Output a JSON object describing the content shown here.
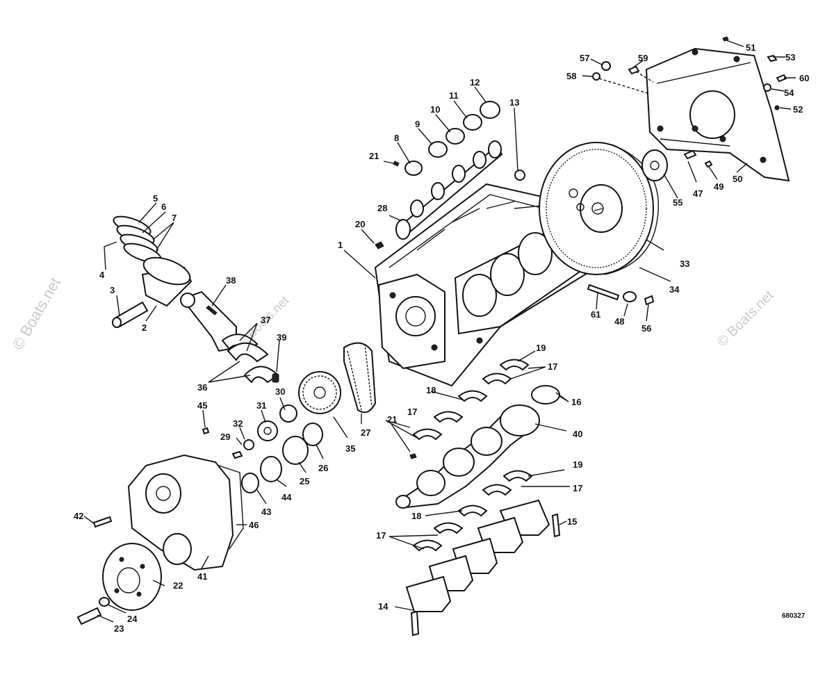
{
  "diagram_code": "680327",
  "watermark": "© Boats.net",
  "callouts": [
    {
      "id": "c1",
      "label": "1"
    },
    {
      "id": "c2",
      "label": "2"
    },
    {
      "id": "c3",
      "label": "3"
    },
    {
      "id": "c4",
      "label": "4"
    },
    {
      "id": "c5",
      "label": "5"
    },
    {
      "id": "c6",
      "label": "6"
    },
    {
      "id": "c7",
      "label": "7"
    },
    {
      "id": "c8",
      "label": "8"
    },
    {
      "id": "c9",
      "label": "9"
    },
    {
      "id": "c10",
      "label": "10"
    },
    {
      "id": "c11",
      "label": "11"
    },
    {
      "id": "c12",
      "label": "12"
    },
    {
      "id": "c13",
      "label": "13"
    },
    {
      "id": "c14",
      "label": "14"
    },
    {
      "id": "c15",
      "label": "15"
    },
    {
      "id": "c16",
      "label": "16"
    },
    {
      "id": "c17a",
      "label": "17"
    },
    {
      "id": "c17b",
      "label": "17"
    },
    {
      "id": "c17c",
      "label": "17"
    },
    {
      "id": "c17d",
      "label": "17"
    },
    {
      "id": "c18a",
      "label": "18"
    },
    {
      "id": "c18b",
      "label": "18"
    },
    {
      "id": "c19a",
      "label": "19"
    },
    {
      "id": "c19b",
      "label": "19"
    },
    {
      "id": "c20",
      "label": "20"
    },
    {
      "id": "c21a",
      "label": "21"
    },
    {
      "id": "c21b",
      "label": "21"
    },
    {
      "id": "c22",
      "label": "22"
    },
    {
      "id": "c23",
      "label": "23"
    },
    {
      "id": "c24",
      "label": "24"
    },
    {
      "id": "c25",
      "label": "25"
    },
    {
      "id": "c26",
      "label": "26"
    },
    {
      "id": "c27",
      "label": "27"
    },
    {
      "id": "c28",
      "label": "28"
    },
    {
      "id": "c29",
      "label": "29"
    },
    {
      "id": "c30",
      "label": "30"
    },
    {
      "id": "c31",
      "label": "31"
    },
    {
      "id": "c32",
      "label": "32"
    },
    {
      "id": "c33",
      "label": "33"
    },
    {
      "id": "c34",
      "label": "34"
    },
    {
      "id": "c35",
      "label": "35"
    },
    {
      "id": "c36",
      "label": "36"
    },
    {
      "id": "c37",
      "label": "37"
    },
    {
      "id": "c38",
      "label": "38"
    },
    {
      "id": "c39",
      "label": "39"
    },
    {
      "id": "c40",
      "label": "40"
    },
    {
      "id": "c41",
      "label": "41"
    },
    {
      "id": "c42",
      "label": "42"
    },
    {
      "id": "c43",
      "label": "43"
    },
    {
      "id": "c44",
      "label": "44"
    },
    {
      "id": "c45",
      "label": "45"
    },
    {
      "id": "c46",
      "label": "46"
    },
    {
      "id": "c47",
      "label": "47"
    },
    {
      "id": "c48",
      "label": "48"
    },
    {
      "id": "c49",
      "label": "49"
    },
    {
      "id": "c50",
      "label": "50"
    },
    {
      "id": "c51",
      "label": "51"
    },
    {
      "id": "c52",
      "label": "52"
    },
    {
      "id": "c53",
      "label": "53"
    },
    {
      "id": "c54",
      "label": "54"
    },
    {
      "id": "c55",
      "label": "55"
    },
    {
      "id": "c56",
      "label": "56"
    },
    {
      "id": "c57",
      "label": "57"
    },
    {
      "id": "c58",
      "label": "58"
    },
    {
      "id": "c59",
      "label": "59"
    },
    {
      "id": "c60",
      "label": "60"
    },
    {
      "id": "c61",
      "label": "61"
    }
  ]
}
